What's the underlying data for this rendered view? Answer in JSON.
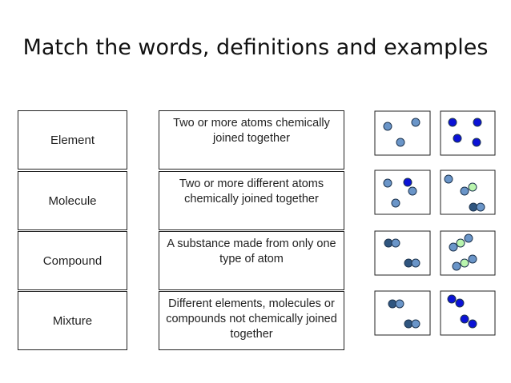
{
  "slide": {
    "title": "Match the words, definitions and examples"
  },
  "words": [
    "Element",
    "Molecule",
    "Compound",
    "Mixture"
  ],
  "definitions": [
    "Two or more atoms chemically joined together",
    "Two or more different atoms chemically joined together",
    "A substance made from only one type of atom",
    "Different elements, molecules or compounds not chemically joined together"
  ],
  "colors": {
    "light_blue": "#6a95c8",
    "dark_blue": "#2f557f",
    "bright_blue": "#0b12d6",
    "light_green": "#b9f5ad",
    "outline": "#1f3550"
  }
}
